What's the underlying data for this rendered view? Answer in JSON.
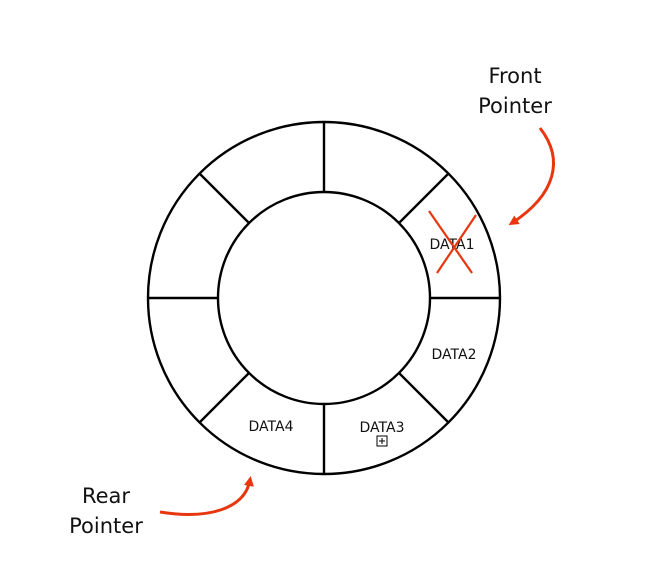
{
  "diagram": {
    "slots": [
      {
        "label": ""
      },
      {
        "label": ""
      },
      {
        "label": "DATA1"
      },
      {
        "label": "DATA2"
      },
      {
        "label": "DATA3"
      },
      {
        "label": "DATA4"
      },
      {
        "label": ""
      },
      {
        "label": ""
      }
    ],
    "front_pointer": {
      "line1": "Front",
      "line2": "Pointer"
    },
    "rear_pointer": {
      "line1": "Rear",
      "line2": "Pointer"
    },
    "colors": {
      "stroke": "#000000",
      "arrow": "#e8360f",
      "cross": "#e8360f"
    },
    "icons": {
      "removed_mark": "cross-icon",
      "insert_cursor": "plus-box-icon"
    }
  }
}
